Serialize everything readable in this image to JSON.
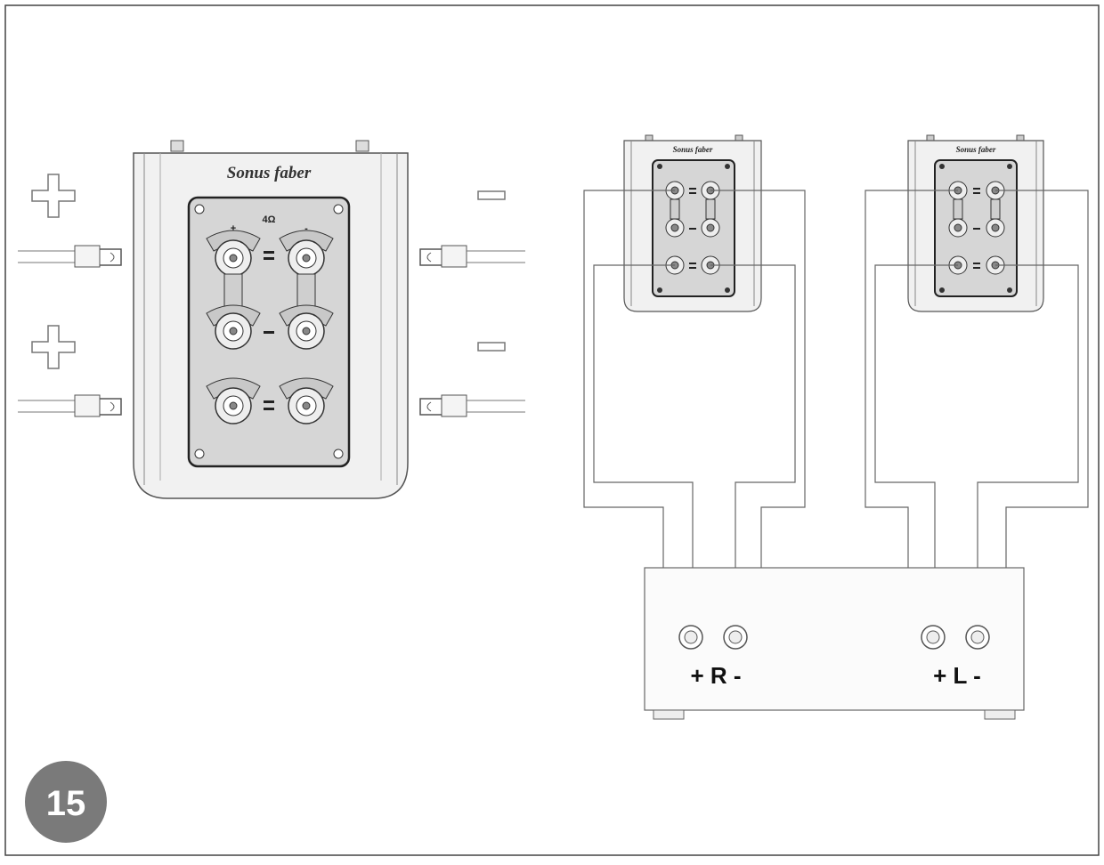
{
  "figure": {
    "step_number": "15",
    "brand_name": "Sonus faber",
    "impedance_label": "4Ω",
    "positive_symbol": "+",
    "negative_symbol": "-",
    "right_channel_label": "+ R -",
    "left_channel_label": "+ L -"
  },
  "colors": {
    "step_badge": "#7a7a7a",
    "line": "#555555",
    "panel": "#e9e9e9",
    "terminal_plate": "#d6d6d6"
  }
}
